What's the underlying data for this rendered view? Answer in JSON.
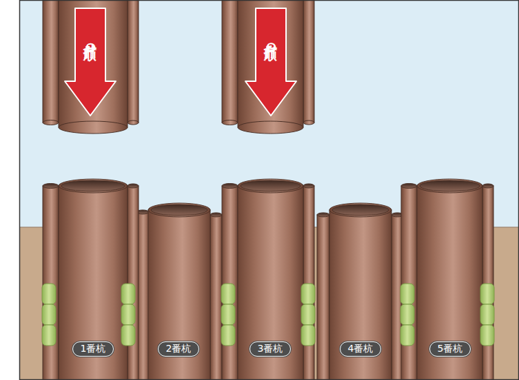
{
  "diagram": {
    "nodes": [
      {
        "text": [
          "打順❶"
        ]
      },
      {
        "text": [
          "打順❷"
        ]
      },
      {
        "text": [
          "1番杭"
        ]
      },
      {
        "text": [
          "2番杭"
        ]
      },
      {
        "text": [
          "3番杭"
        ]
      },
      {
        "text": [
          "4番杭"
        ]
      },
      {
        "text": [
          "5番杭"
        ]
      }
    ]
  }
}
